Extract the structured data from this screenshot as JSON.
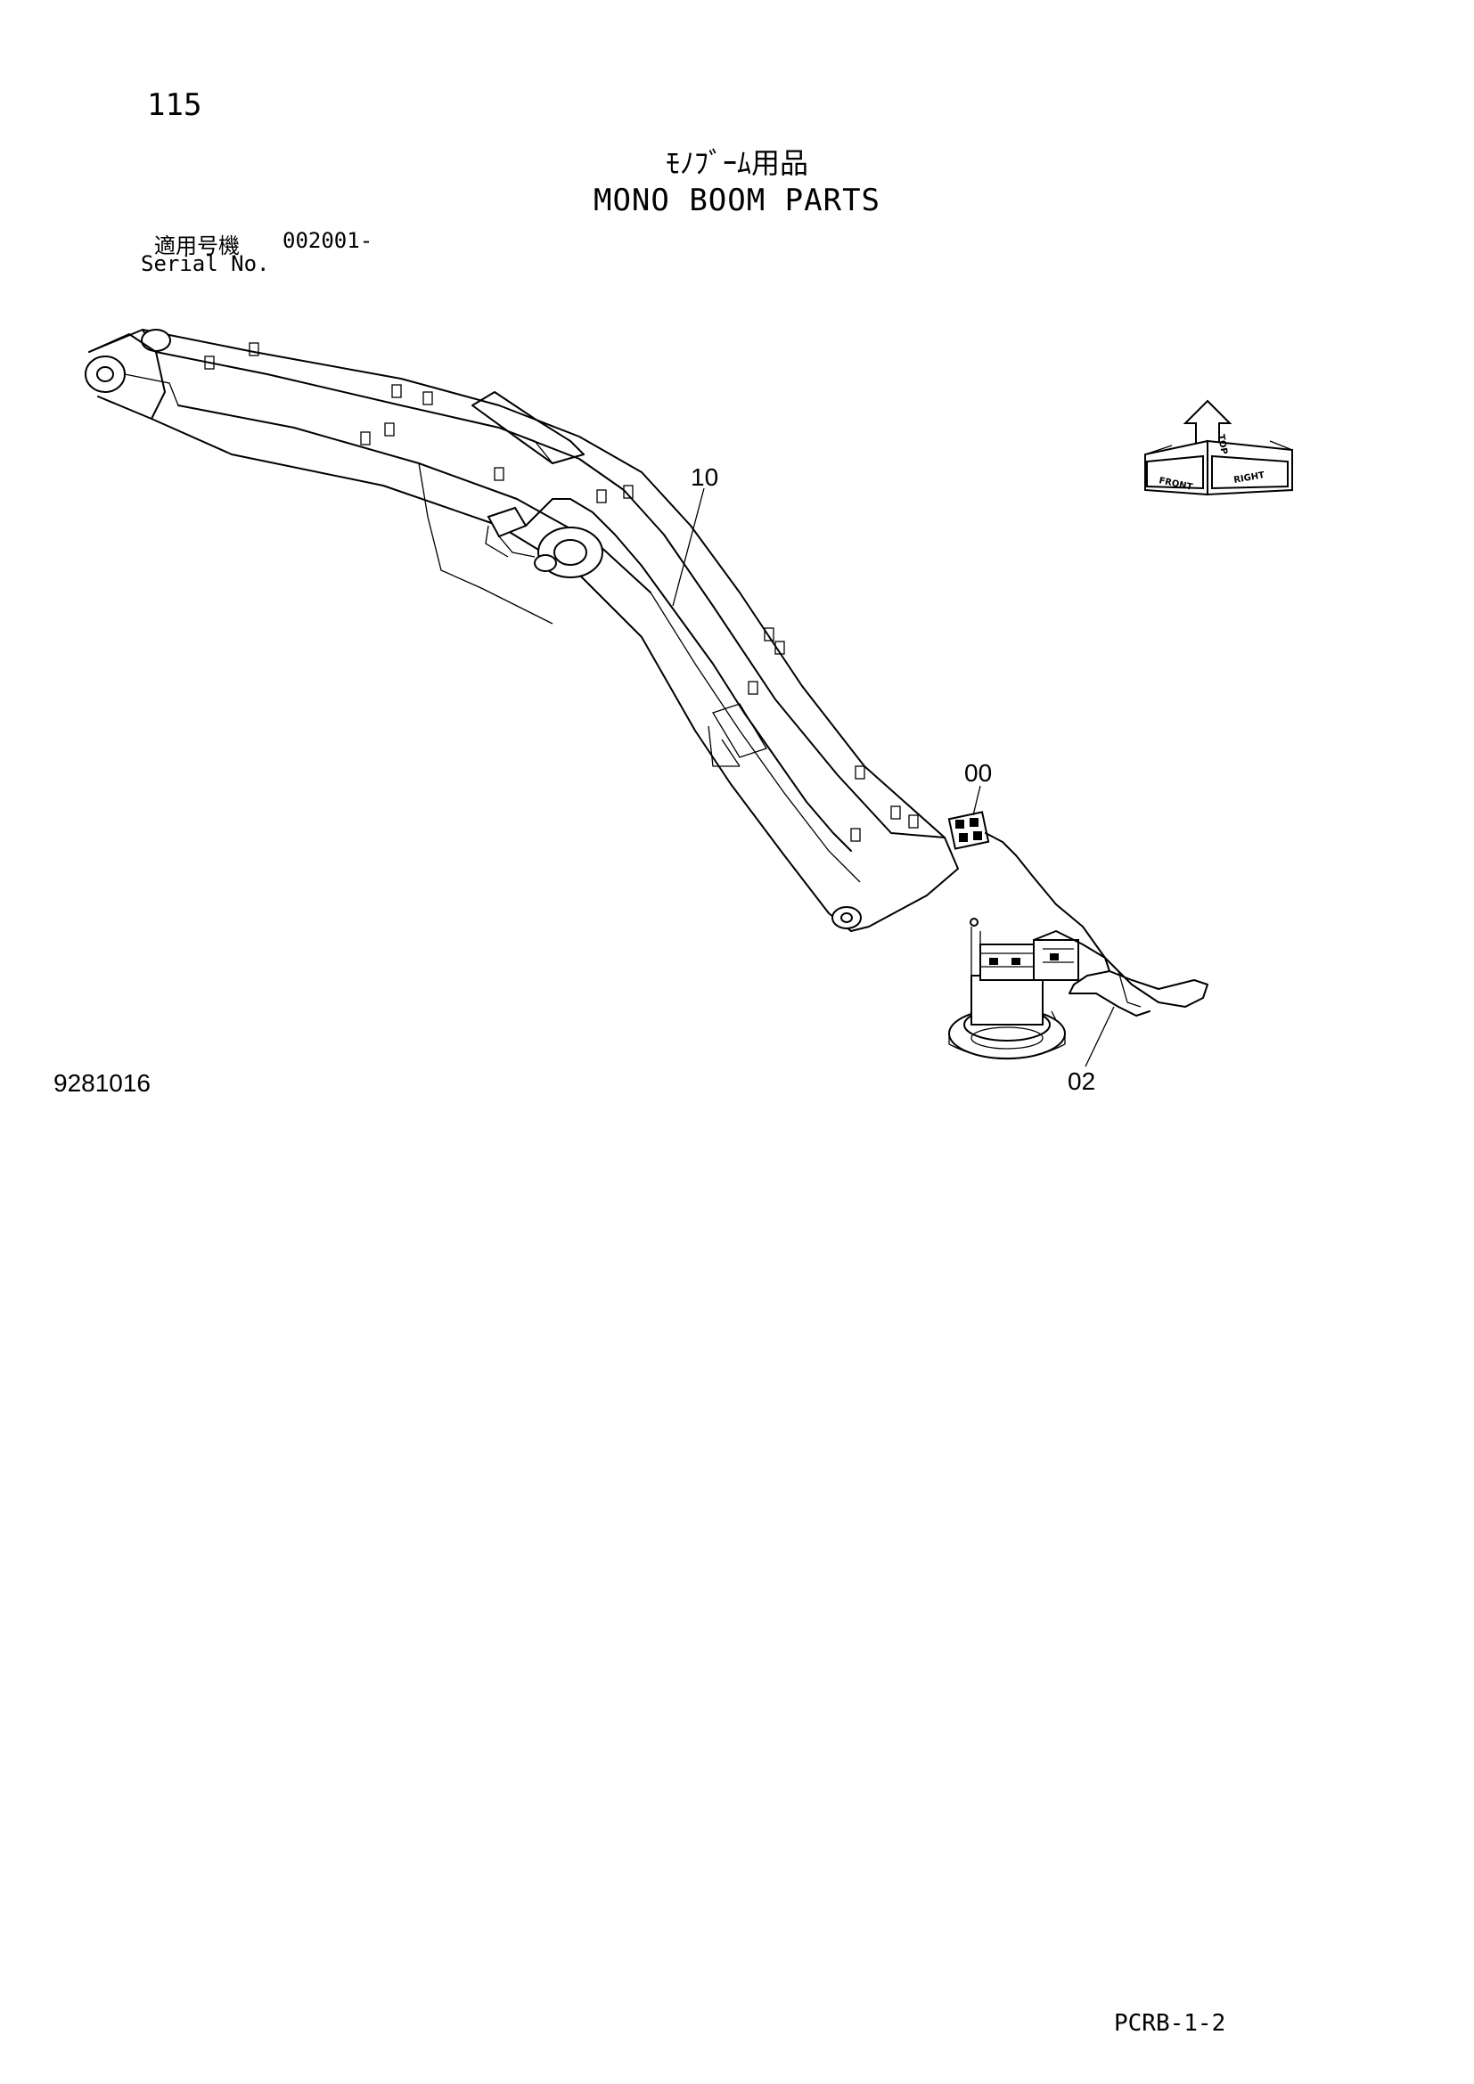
{
  "page": {
    "number": "115",
    "title_jp": "ﾓﾉﾌﾞｰﾑ用品",
    "title_en": "MONO BOOM PARTS",
    "serial_label_jp": "適用号機",
    "serial_label_en": "Serial No.",
    "serial_range": "002001-"
  },
  "callouts": {
    "c10": "10",
    "c00": "00",
    "c02": "02"
  },
  "orientation": {
    "front": "FRONT",
    "right": "RIGHT",
    "top": "TOP"
  },
  "footer": {
    "drawing_code": "9281016",
    "sheet_code": "PCRB-1-2"
  }
}
